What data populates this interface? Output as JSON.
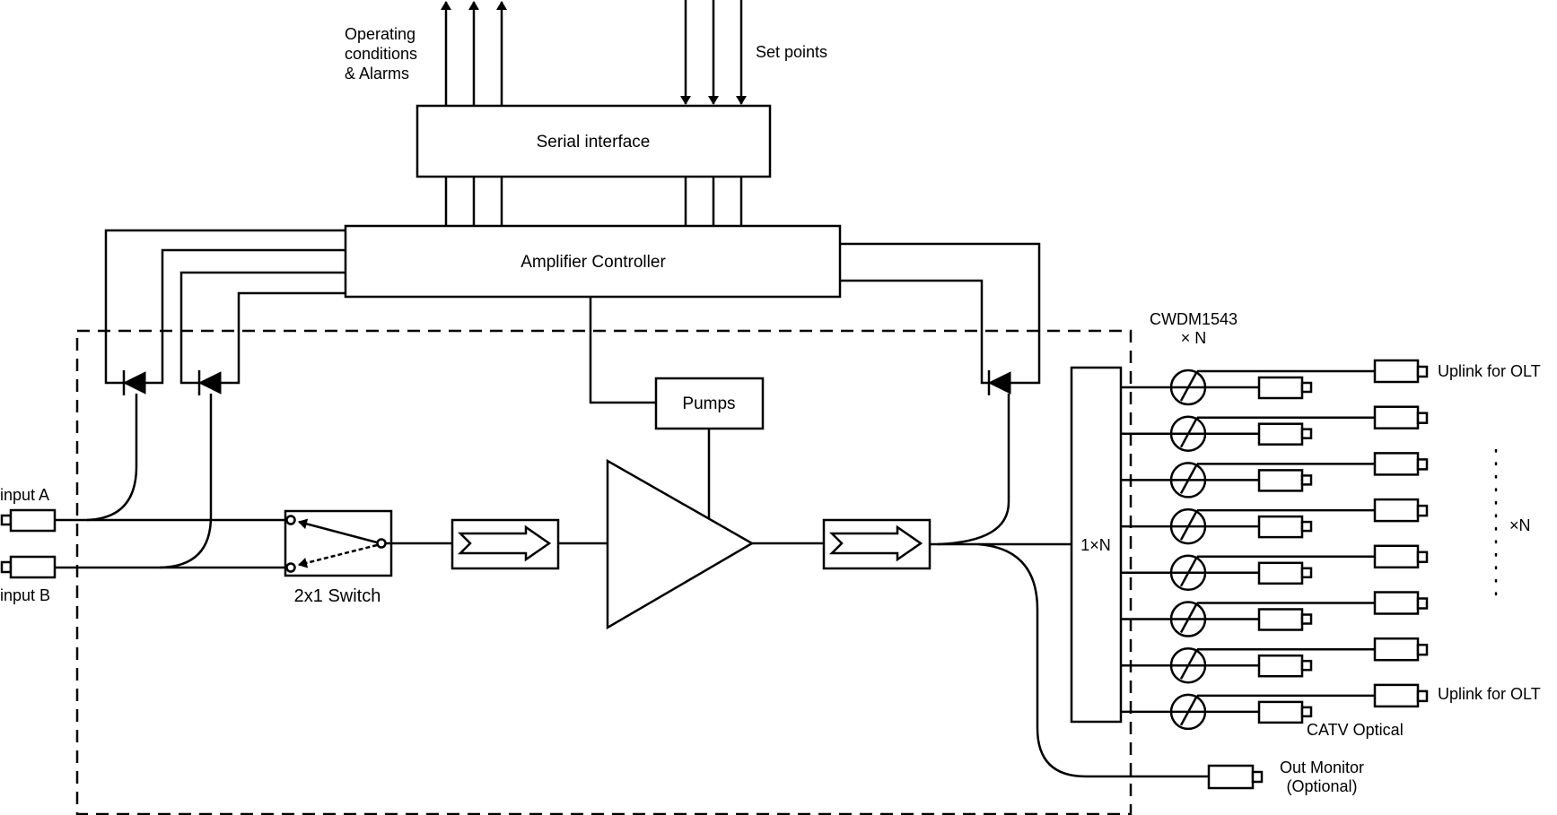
{
  "labels": {
    "operating_1": "Operating",
    "operating_2": "conditions",
    "operating_3": "& Alarms",
    "set_points": "Set points",
    "serial_interface": "Serial interface",
    "amplifier_controller": "Amplifier Controller",
    "pumps": "Pumps",
    "input_a": "input A",
    "input_b": "input B",
    "switch": "2x1  Switch",
    "splitter": "1×N",
    "cwdm_1": "CWDM1543",
    "cwdm_2": "× N",
    "uplink_top": "Uplink for OLT",
    "uplink_bottom": "Uplink for OLT",
    "times_n": "×N",
    "catv_optical": "CATV Optical",
    "out_monitor_1": "Out Monitor",
    "out_monitor_2": "(Optional)"
  },
  "wdm_branch_count": 8
}
